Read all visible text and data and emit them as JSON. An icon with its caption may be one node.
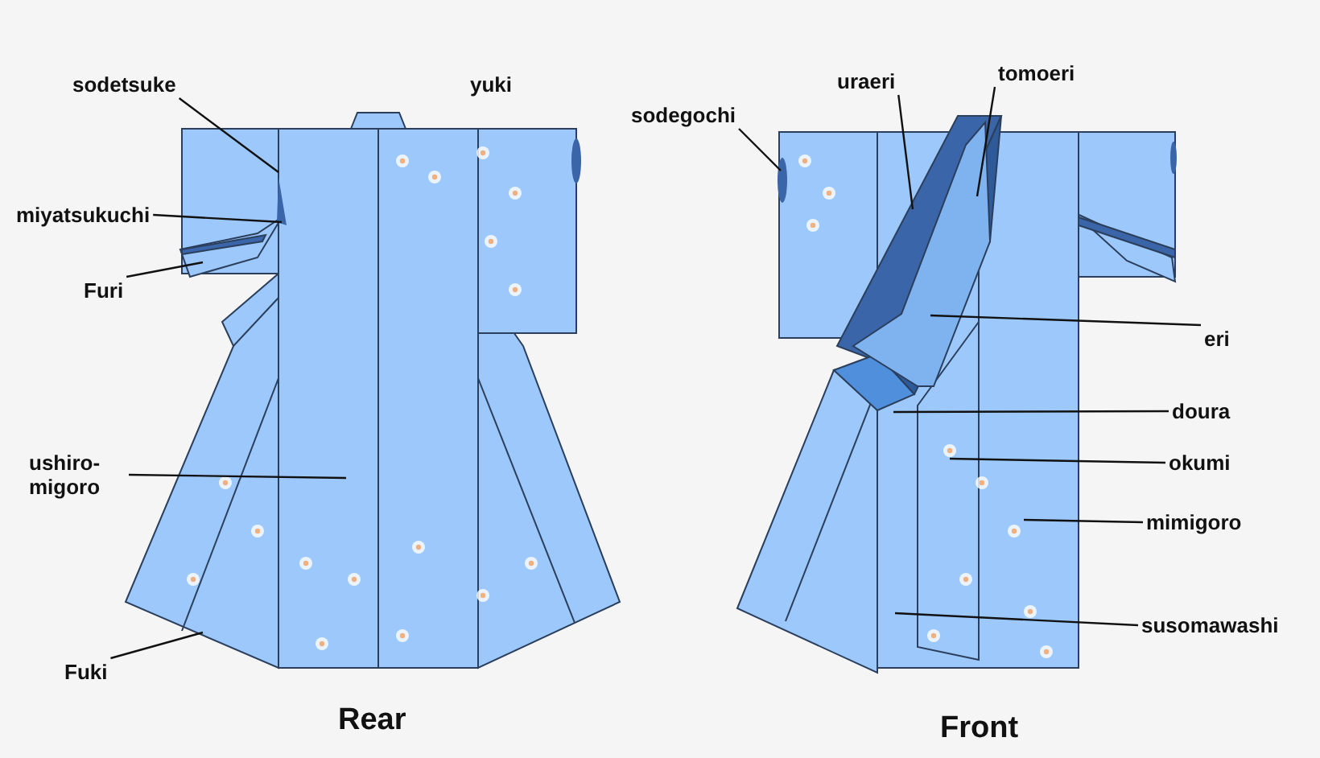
{
  "diagram": {
    "nodes": [
      {
        "text": [
          "sodetsuke"
        ]
      },
      {
        "text": [
          "miyatsukuchi"
        ]
      },
      {
        "text": [
          "Furi"
        ]
      },
      {
        "text": [
          "ushiro- migoro"
        ]
      },
      {
        "text": [
          "Fuki"
        ]
      },
      {
        "text": [
          "sodegochi"
        ]
      },
      {
        "text": [
          "uraeri"
        ]
      },
      {
        "text": [
          "tomoeri"
        ]
      },
      {
        "text": [
          "eri"
        ]
      },
      {
        "text": [
          "doura"
        ]
      },
      {
        "text": [
          "okumi"
        ]
      },
      {
        "text": [
          "mimigoro"
        ]
      },
      {
        "text": [
          "susomawashi"
        ]
      }
    ],
    "edges": [
      {
        "from": 0,
        "to": null,
        "arrow": "none"
      },
      {
        "from": 1,
        "to": null,
        "arrow": "none"
      },
      {
        "from": 2,
        "to": null,
        "arrow": "none"
      },
      {
        "from": 3,
        "to": null,
        "arrow": "none"
      },
      {
        "from": 4,
        "to": null,
        "arrow": "none"
      },
      {
        "from": 5,
        "to": null,
        "arrow": "none"
      },
      {
        "from": 6,
        "to": null,
        "arrow": "none"
      },
      {
        "from": 7,
        "to": null,
        "arrow": "none"
      },
      {
        "from": 8,
        "to": null,
        "arrow": "none"
      },
      {
        "from": 9,
        "to": null,
        "arrow": "none"
      },
      {
        "from": 10,
        "to": null,
        "arrow": "none"
      },
      {
        "from": 11,
        "to": null,
        "arrow": "none"
      },
      {
        "from": 12,
        "to": null,
        "arrow": "none"
      }
    ],
    "labels": [
      "yuki",
      "Rear",
      "Front"
    ]
  }
}
